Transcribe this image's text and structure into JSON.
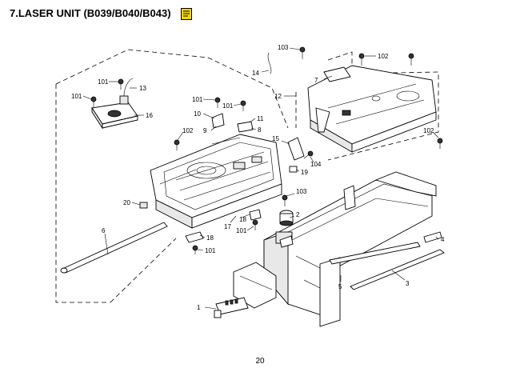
{
  "page": {
    "title": "7.LASER UNIT (B039/B040/B043)",
    "page_number": "20"
  },
  "icons": {
    "note": "note-icon",
    "note_color": "#f5d800"
  },
  "callouts": {
    "c1": "1",
    "c2": "2",
    "c3": "3",
    "c4": "4",
    "c5": "5",
    "c6": "6",
    "c7": "7",
    "c8": "8",
    "c9": "9",
    "c10": "10",
    "c11": "11",
    "c12": "12",
    "c13": "13",
    "c14": "14",
    "c15": "15",
    "c16": "16",
    "c17": "17",
    "c18a": "18",
    "c18b": "18",
    "c19": "19",
    "c20": "20",
    "c101a": "101",
    "c101b": "101",
    "c101c": "101",
    "c101d": "101",
    "c101e": "101",
    "c101f": "101",
    "c102a": "102",
    "c102b": "102",
    "c102c": "102",
    "c103a": "103",
    "c103b": "103",
    "c104": "104"
  }
}
